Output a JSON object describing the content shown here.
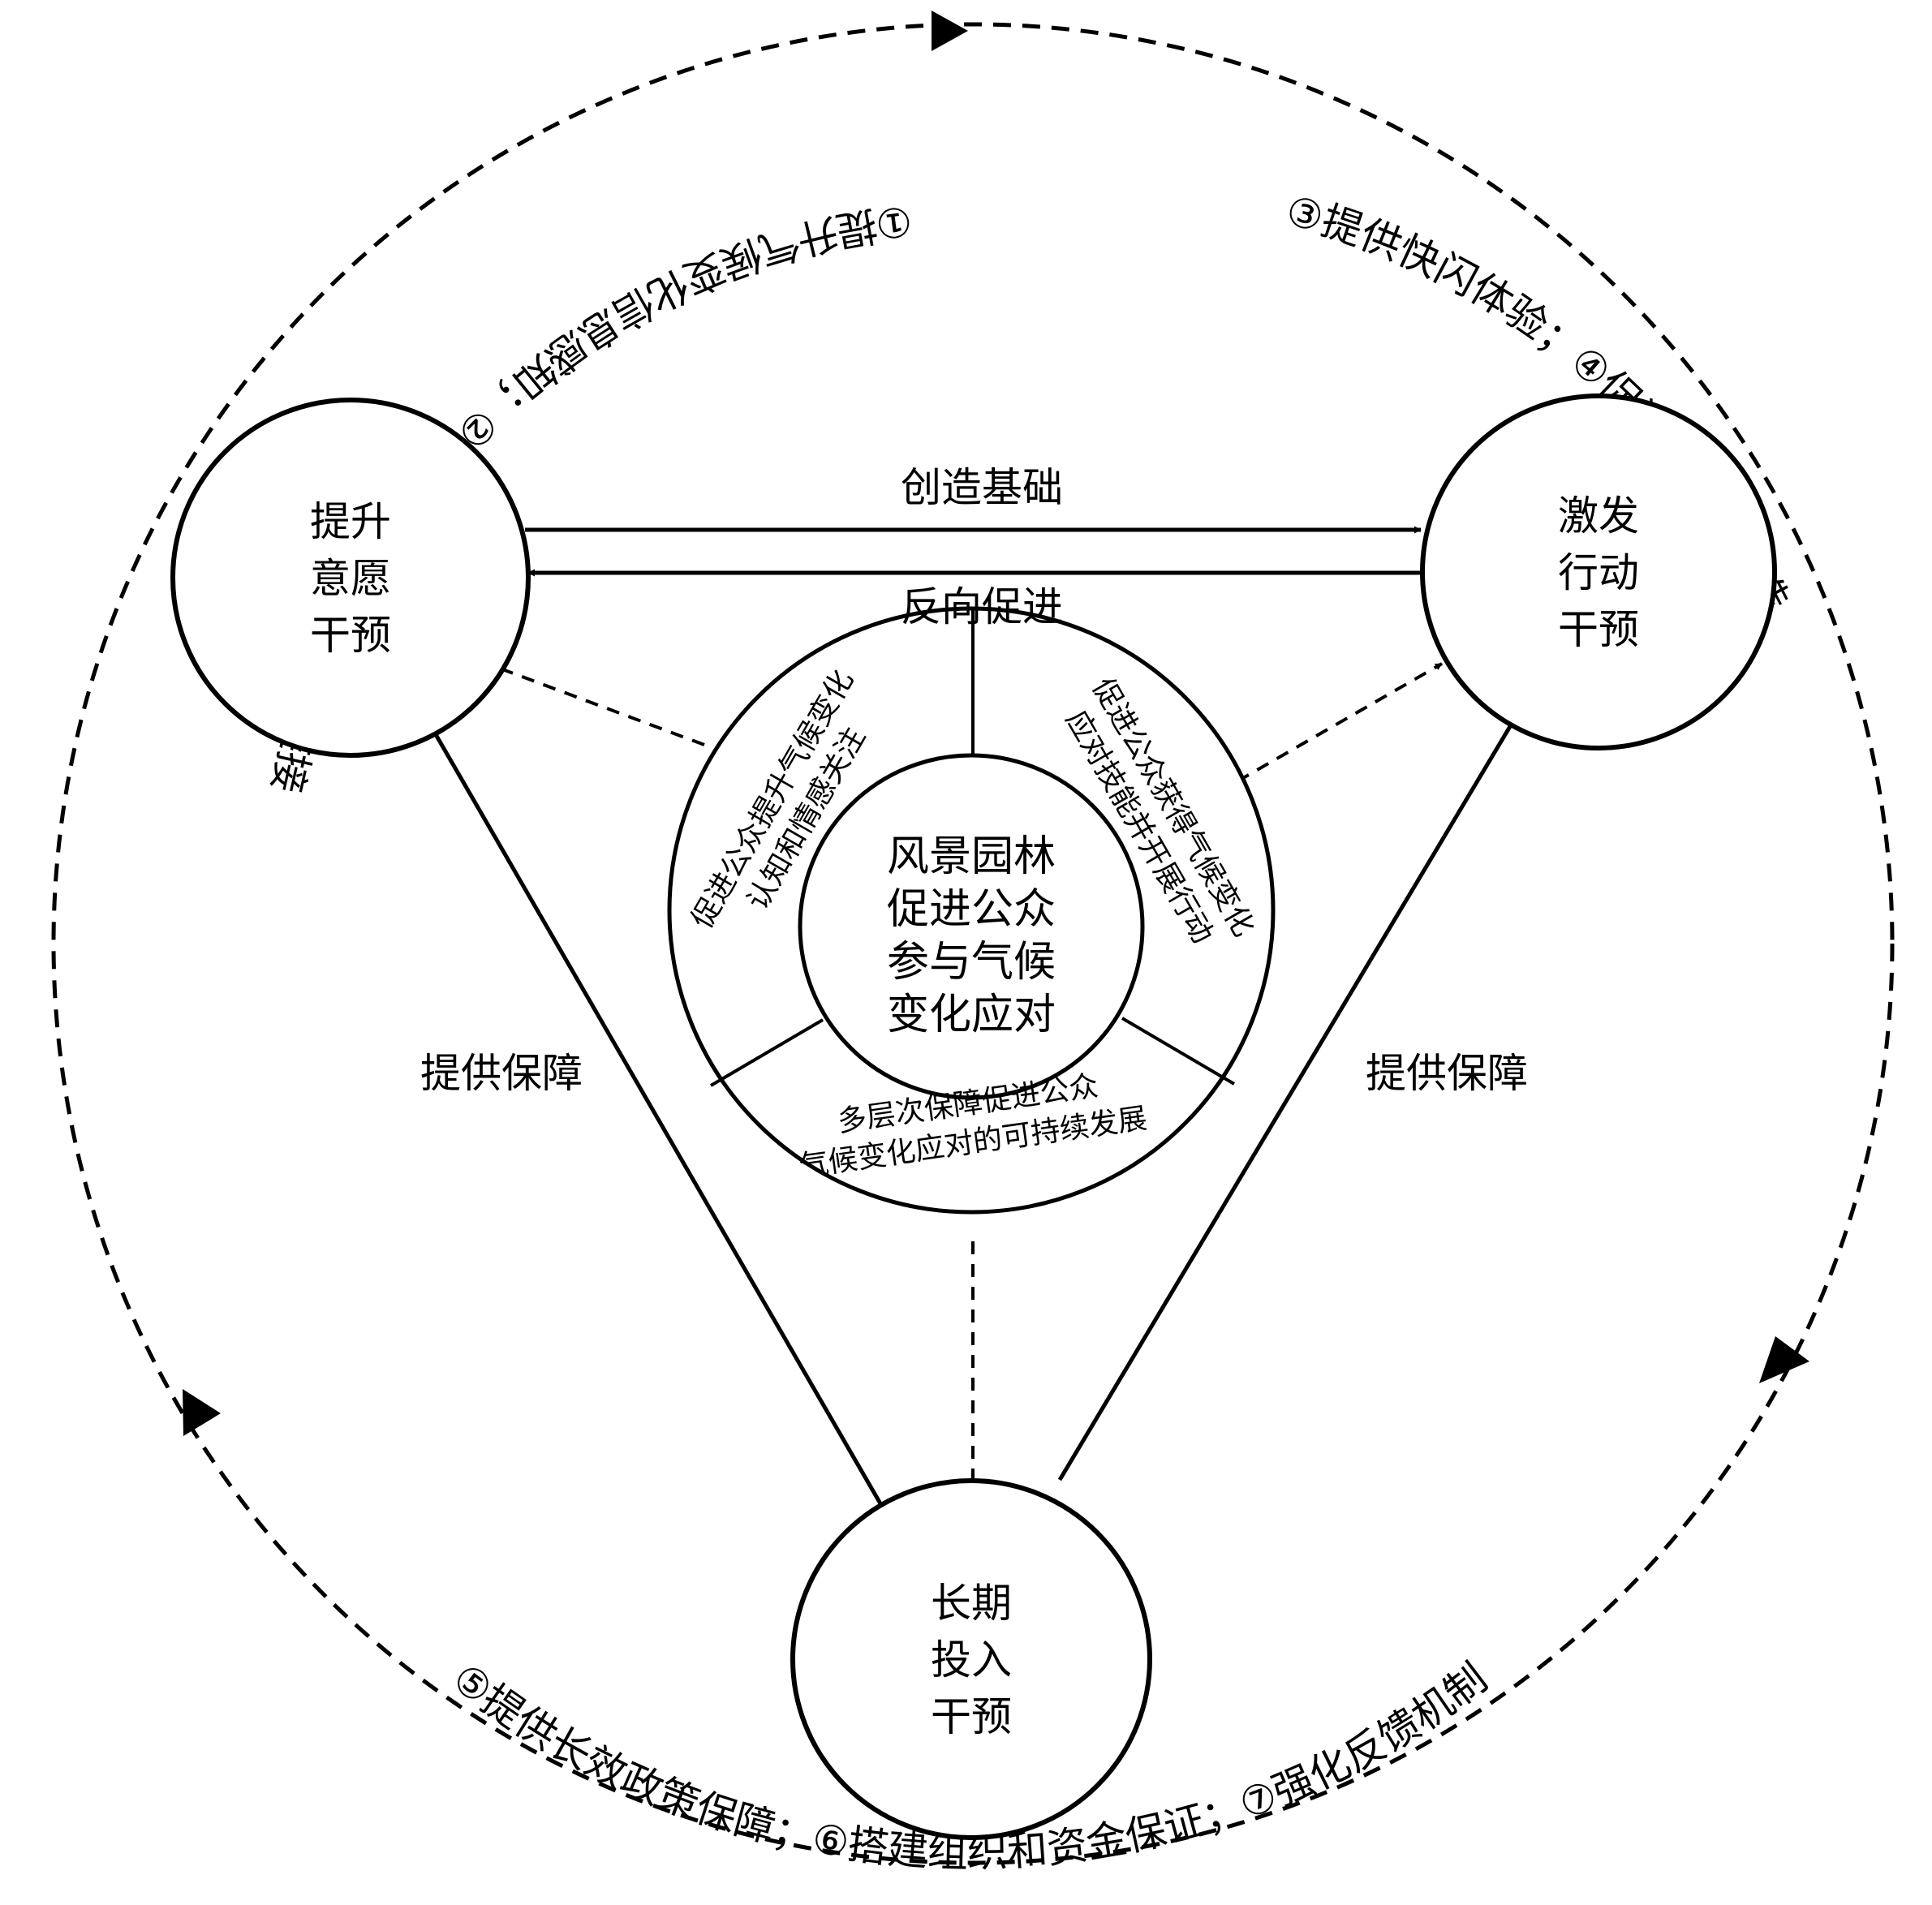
{
  "nodes": {
    "willingness": [
      "提升",
      "意愿",
      "干预"
    ],
    "action": [
      "激发",
      "行动",
      "干预"
    ],
    "investment": [
      "长期",
      "投入",
      "干预"
    ]
  },
  "core": [
    "风景园林",
    "促进公众",
    "参与气候",
    "变化应对"
  ],
  "ring": {
    "left": [
      "促进公众提升气候变化",
      "认知和情感关注"
    ],
    "right": [
      "促进公众获得气候变化",
      "应对技能并开展行动"
    ],
    "bottom": [
      "多层次保障促进公众",
      "气候变化应对的可持续发展"
    ]
  },
  "edges": {
    "create_foundation": "创造基础",
    "reverse_promote": "反向促进",
    "support_left": "提供保障",
    "support_right": "提供保障"
  },
  "orbit": {
    "left_arc": "①提升气候变化信息感知；②建立气候变化情感链接",
    "right_arc": "③提供快闪体验；④促进参与式营造",
    "bottom_arc": "⑤提供长效政策保障；⑥搭建组织和资金保证；⑦强化反馈机制"
  },
  "colors": {
    "stroke": "#000000",
    "background": "#ffffff"
  }
}
